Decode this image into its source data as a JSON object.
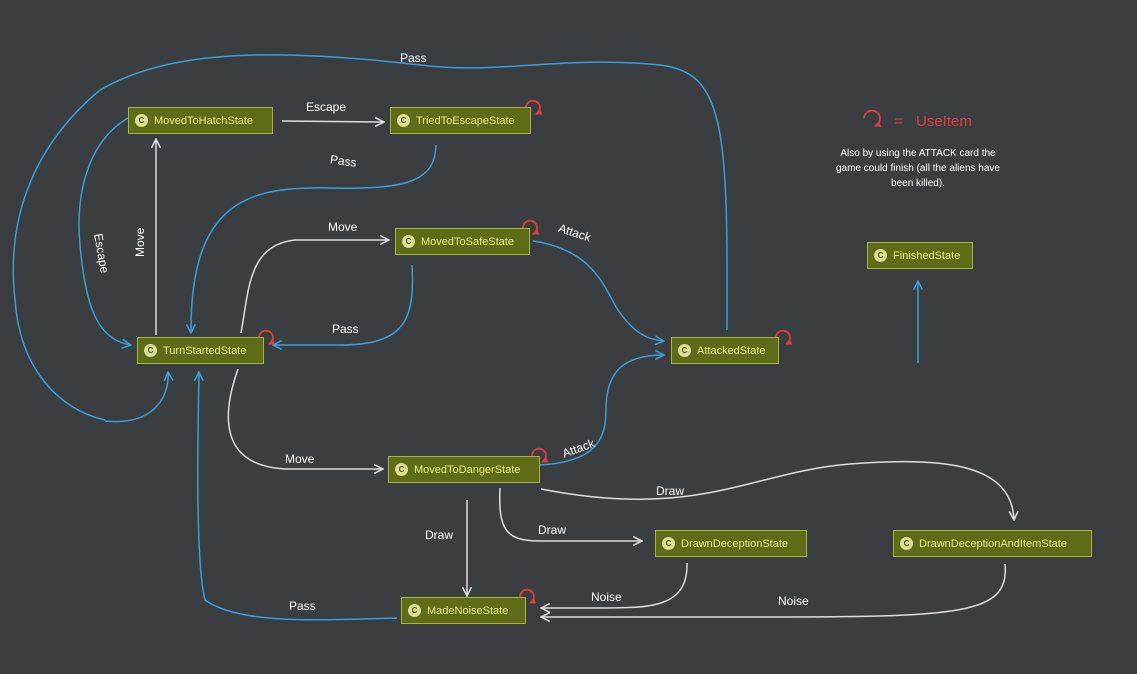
{
  "colors": {
    "background": "#3b3e41",
    "node_fill": "#5e6b17",
    "node_border": "#a9b43a",
    "node_text": "#e6ef8e",
    "edge_white": "#dcdcdc",
    "edge_blue": "#3a9fdc",
    "self_loop": "#e23c3c"
  },
  "node_icon_letter": "C",
  "nodes": {
    "moved_to_hatch": "MovedToHatchState",
    "tried_to_escape": "TriedToEscapeState",
    "moved_to_safe": "MovedToSafeState",
    "turn_started": "TurnStartedState",
    "attacked": "AttackedState",
    "finished": "FinishedState",
    "moved_to_danger": "MovedToDangerState",
    "drawn_deception": "DrawnDeceptionState",
    "drawn_deception_item": "DrawnDeceptionAndItemState",
    "made_noise": "MadeNoiseState"
  },
  "edge_labels": {
    "pass_top": "Pass",
    "escape_top": "Escape",
    "pass_escape": "Pass",
    "escape_left": "Escape",
    "move_hatch": "Move",
    "move_safe": "Move",
    "attack_safe": "Attack",
    "pass_safe": "Pass",
    "move_danger": "Move",
    "attack_danger": "Attack",
    "draw_right": "Draw",
    "draw_down": "Draw",
    "draw_deception": "Draw",
    "noise_deception": "Noise",
    "noise_item": "Noise",
    "pass_noise": "Pass"
  },
  "legend": {
    "icon": "use-item-loop-icon",
    "equals": "=",
    "label": "UseItem"
  },
  "note": "Also by using the ATTACK card the game could finish (all the aliens have been killed)."
}
